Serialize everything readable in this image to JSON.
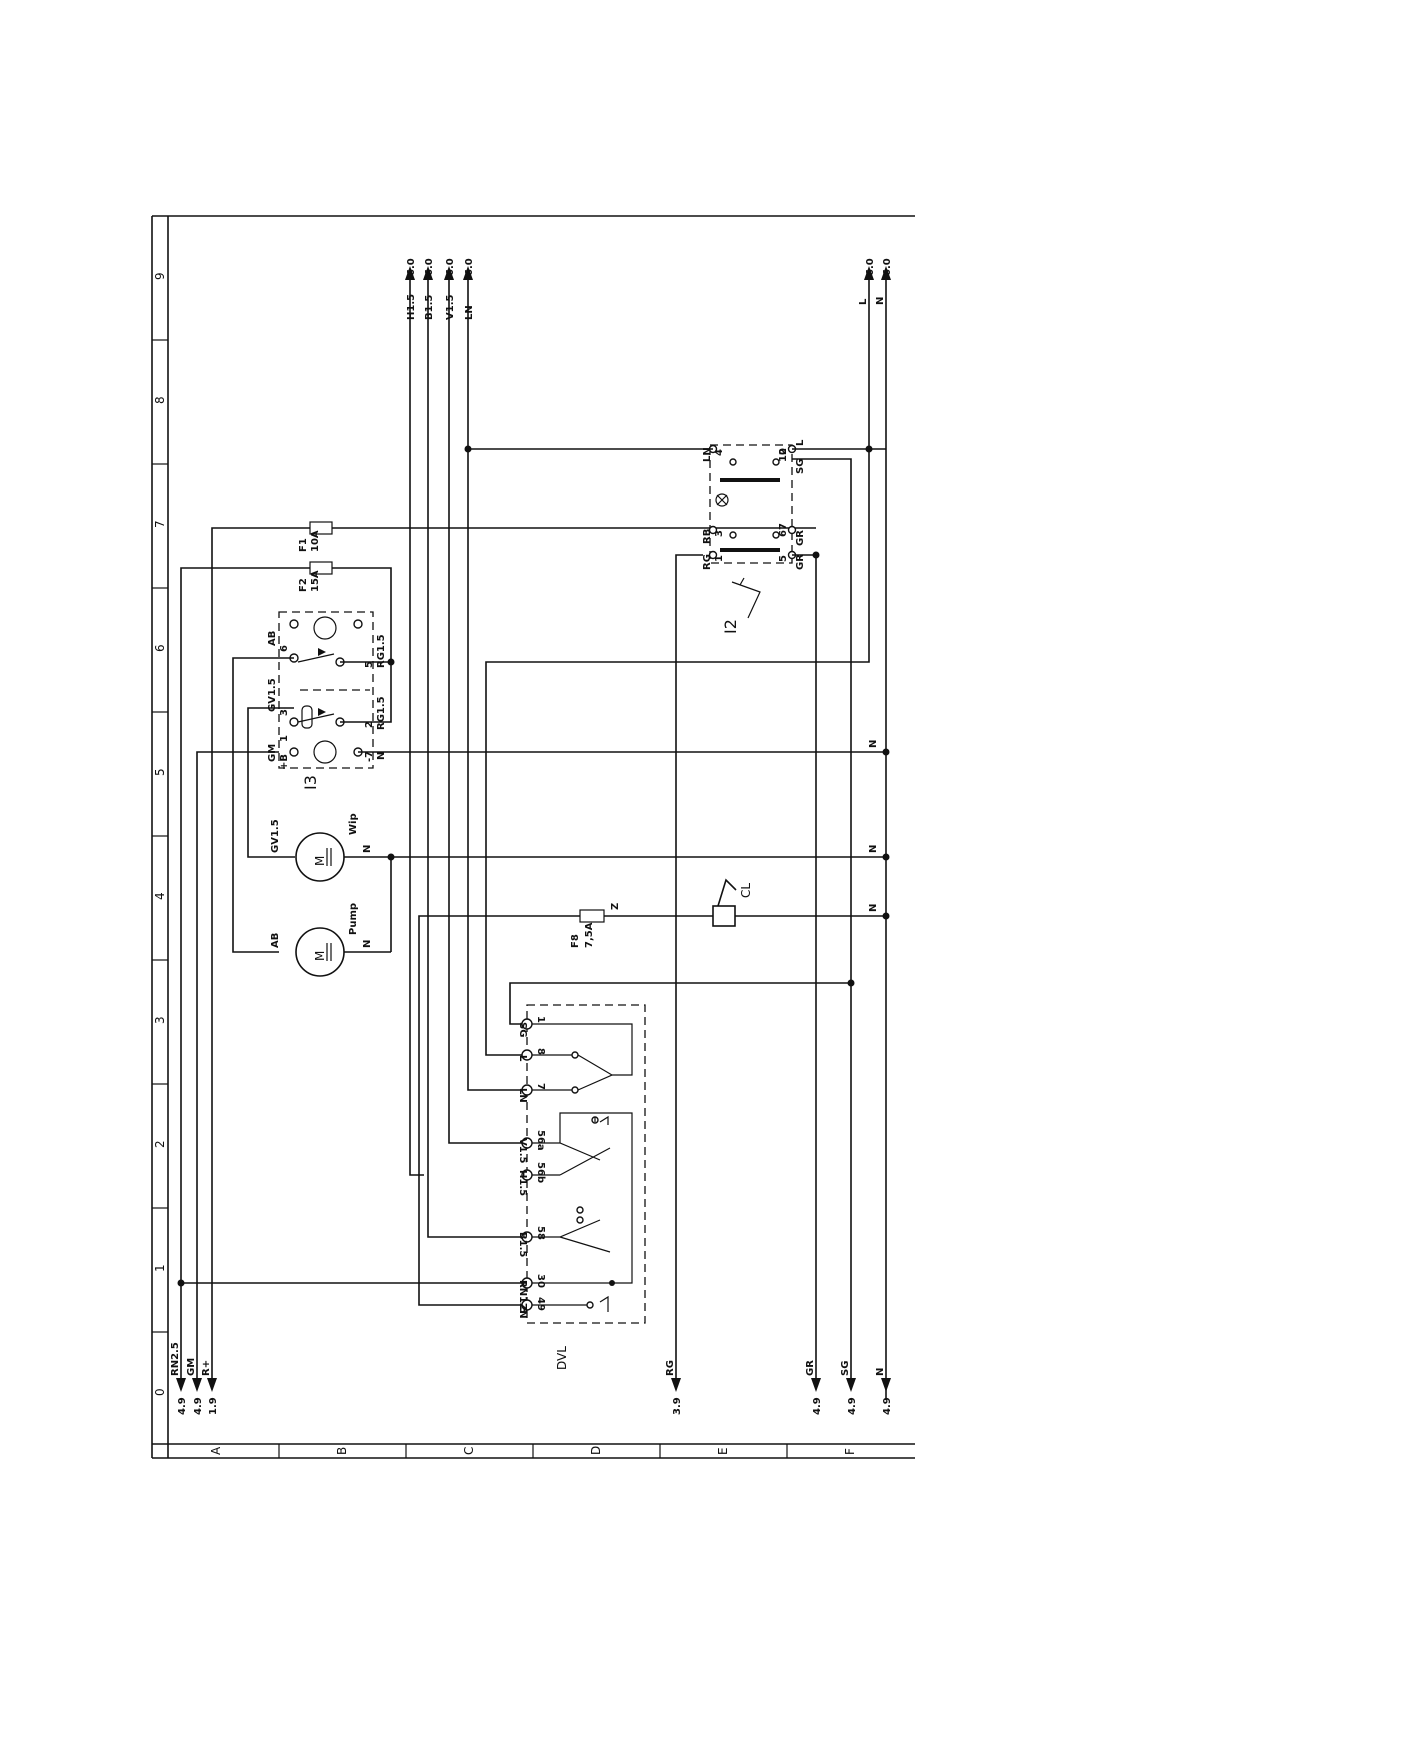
{
  "frame": {
    "row_numbers": [
      "0",
      "1",
      "2",
      "3",
      "4",
      "5",
      "6",
      "7",
      "8",
      "9"
    ],
    "column_letters": [
      "A",
      "B",
      "C",
      "D",
      "E",
      "F"
    ]
  },
  "top_refs": [
    {
      "label": "H1.5",
      "ref": "6.0"
    },
    {
      "label": "B1.5",
      "ref": "6.0"
    },
    {
      "label": "V1.5",
      "ref": "6.0"
    },
    {
      "label": "LN",
      "ref": "6.0"
    },
    {
      "label": "L",
      "ref": "6.0"
    },
    {
      "label": "N",
      "ref": "6.0"
    }
  ],
  "bottom_refs": [
    {
      "label": "RN2.5",
      "ref": "4.9"
    },
    {
      "label": "GM",
      "ref": "4.9"
    },
    {
      "label": "R+",
      "ref": "1.9"
    },
    {
      "label": "RG",
      "ref": "3.9"
    },
    {
      "label": "GR",
      "ref": "4.9"
    },
    {
      "label": "SG",
      "ref": "4.9"
    },
    {
      "label": "N",
      "ref": "4.9"
    }
  ],
  "fuses": [
    {
      "name": "F1",
      "rating": "10A"
    },
    {
      "name": "F2",
      "rating": "15A"
    },
    {
      "name": "F8",
      "rating": "7,5A",
      "wire": "Z"
    }
  ],
  "i3": {
    "label": "I3",
    "wires": [
      "GM",
      "GV1.5",
      "AB",
      "RG1.5",
      "RG1.5",
      "N"
    ],
    "pins": [
      "+B",
      "1",
      "3",
      "6",
      "5",
      "2",
      "-7"
    ]
  },
  "motors": [
    {
      "symbol": "M",
      "name": "Wip",
      "in": "GV1.5",
      "out": "N"
    },
    {
      "symbol": "M",
      "name": "Pump",
      "in": "AB",
      "out": "N"
    }
  ],
  "i2": {
    "label": "I2",
    "wires": [
      "LN",
      "RB",
      "RG",
      "L",
      "SG",
      "GR",
      "GR"
    ],
    "pins": [
      "4",
      "3",
      "1",
      "10",
      "2",
      "6",
      "7",
      "5"
    ]
  },
  "cl": {
    "label": "CL"
  },
  "dvl": {
    "label": "DVL",
    "terminals": [
      "SG",
      "L",
      "LN",
      "V1.5",
      "H1.5",
      "B1.5",
      "RN1.5",
      "ZN"
    ],
    "pins": [
      "1",
      "8",
      "7",
      "56a",
      "56b",
      "58",
      "30",
      "49"
    ]
  },
  "neutral_labels": [
    "N",
    "N",
    "N"
  ]
}
